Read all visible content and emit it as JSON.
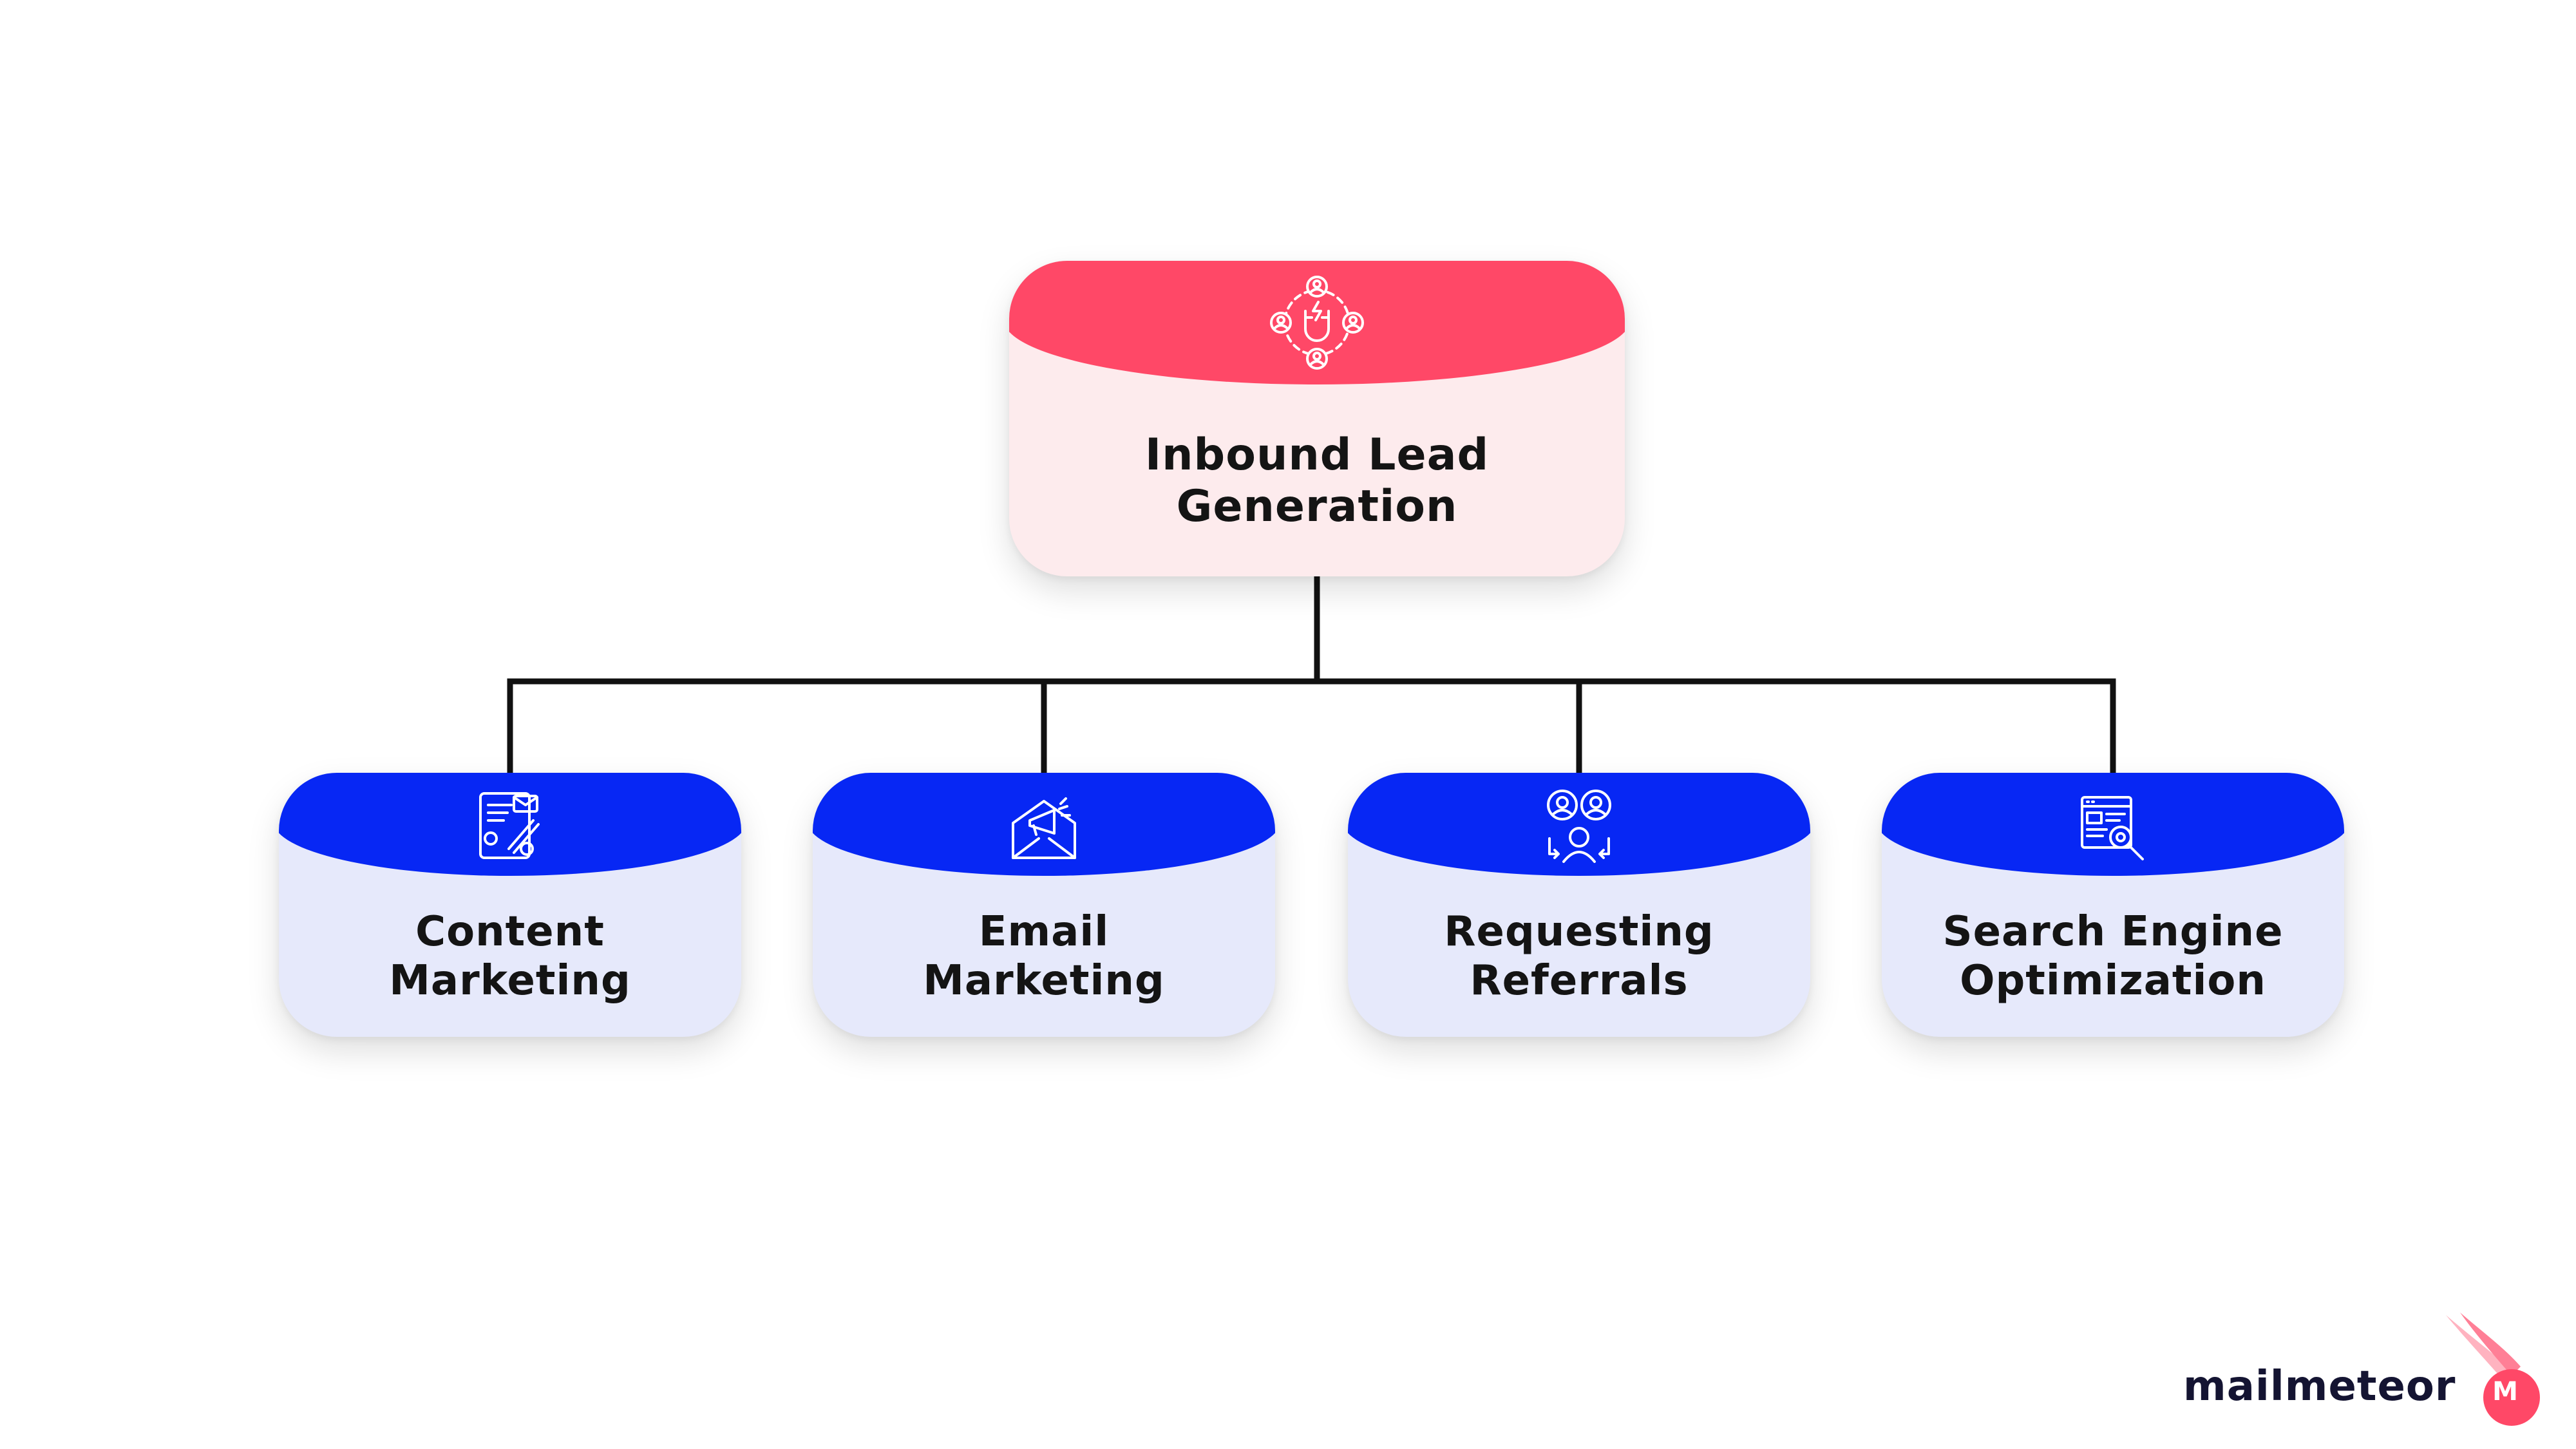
{
  "diagram": {
    "root": {
      "label": "Inbound Lead\nGeneration",
      "icon": "magnet-people-icon",
      "color": "#ff4867",
      "background": "#fdebed"
    },
    "children": [
      {
        "label": "Content\nMarketing",
        "icon": "content-document-icon"
      },
      {
        "label": "Email\nMarketing",
        "icon": "email-megaphone-icon"
      },
      {
        "label": "Requesting\nReferrals",
        "icon": "referral-people-icon"
      },
      {
        "label": "Search Engine\nOptimization",
        "icon": "seo-search-icon"
      }
    ],
    "child_color": "#0727f4",
    "child_background": "#e6e9fb",
    "connector_color": "#111111"
  },
  "branding": {
    "logo_text": "mailmeteor",
    "logo_letter": "M",
    "logo_color": "#ff4867"
  }
}
